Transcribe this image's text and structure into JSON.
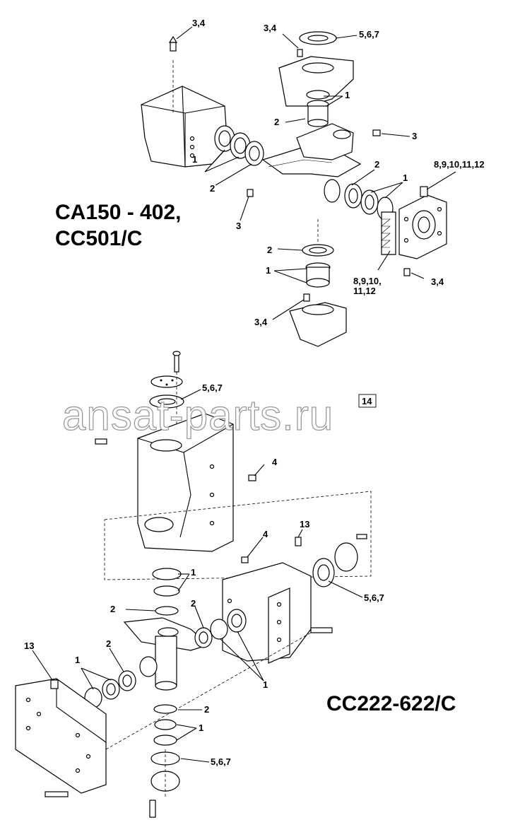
{
  "watermark": "ansat-parts.ru",
  "models": {
    "top": [
      "CA150 - 402,",
      "CC501/C"
    ],
    "bottom": "CC222-622/C"
  },
  "labels": {
    "t1": "3,4",
    "t2": "3,4",
    "t3": "5,6,7",
    "t4": "1",
    "t5": "2",
    "t6": "3",
    "t7": "1",
    "t8": "2",
    "t9": "2",
    "t10": "1",
    "t11": "8,9,10,11,12",
    "t12": "3",
    "t13": "2",
    "t14": "1",
    "t15": "8,9,10,",
    "t16": "11,12",
    "t17": "3,4",
    "t18": "3,4",
    "b1": "5,6,7",
    "b2": "14",
    "b3": "4",
    "b4": "4",
    "b5": "13",
    "b6": "5,6,7",
    "b7": "1",
    "b8": "2",
    "b9": "2",
    "b10": "13",
    "b11": "2",
    "b12": "1",
    "b13": "1",
    "b14": "2",
    "b15": "1",
    "b16": "5,6,7"
  }
}
